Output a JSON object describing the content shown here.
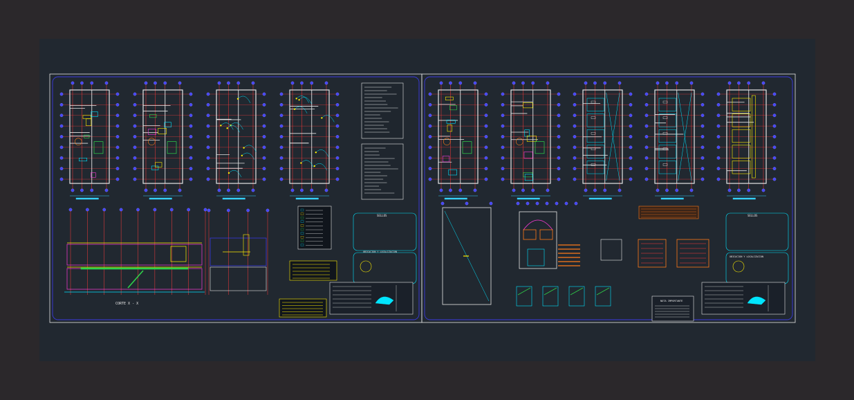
{
  "colors": {
    "background": "#2b282b",
    "model_space": "#212830",
    "sheet_border": "#e6e6e6",
    "frame": "#3a3adf",
    "grid_red": "#ff3b3b",
    "grid_bubble": "#4747ff",
    "wall": "#e6e6e6",
    "cyan": "#00e5ff",
    "yellow": "#ffee00",
    "green": "#2fd24a",
    "magenta": "#ff3bd9",
    "orange": "#ff7a1a",
    "dim_blue": "#36d1ff"
  },
  "sheets": [
    {
      "section_label": "CORTE X - X",
      "stamp_title": "SELLOS",
      "stamp_caption": "UBICACION Y LOCALIZACION"
    },
    {
      "stamp_title": "SELLOS",
      "stamp_caption": "UBICACION Y LOCALIZACION",
      "note_title": "NOTA IMPORTANTE"
    }
  ]
}
